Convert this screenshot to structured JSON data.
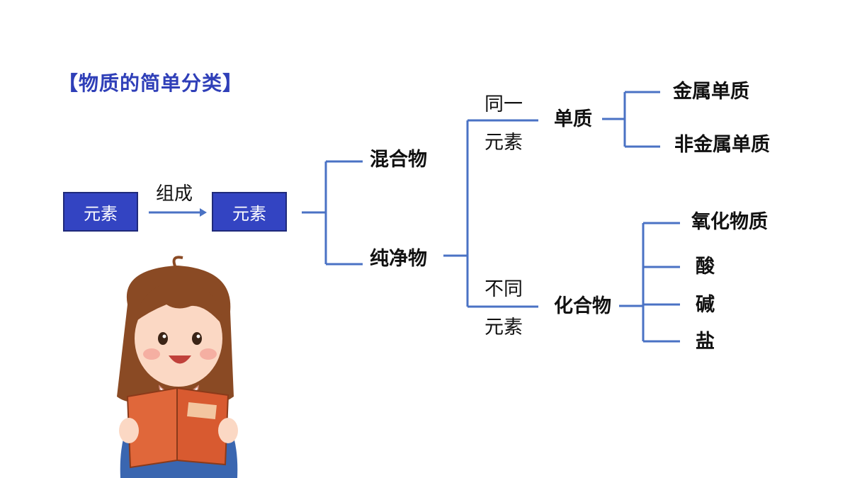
{
  "title": "【物质的简单分类】",
  "left_box": "元素",
  "arrow_label": "组成",
  "right_box": "元素",
  "level1": {
    "mixture": "混合物",
    "pure": "纯净物"
  },
  "branch_upper": {
    "line1": "同一",
    "line2": "元素",
    "result": "单质"
  },
  "branch_lower": {
    "line1": "不同",
    "line2": "元素",
    "result": "化合物"
  },
  "elementary_types": [
    "金属单质",
    "非金属单质"
  ],
  "compound_types": [
    "氧化物质",
    "酸",
    "碱",
    "盐"
  ],
  "colors": {
    "accent": "#3344c2",
    "line": "#4a72c4",
    "title": "#2f3fb8"
  }
}
